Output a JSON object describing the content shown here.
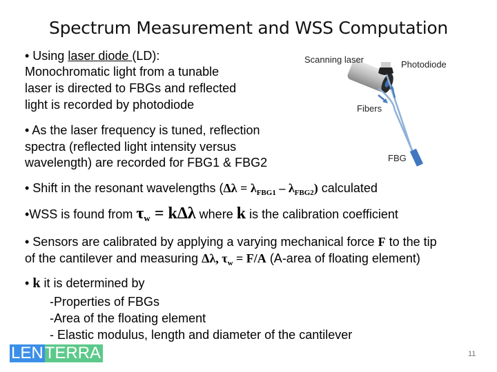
{
  "slide": {
    "title": "Spectrum Measurement and WSS Computation",
    "page_number": "11"
  },
  "bullets": {
    "b1_prefix": "• Using ",
    "b1_link": "laser diode ",
    "b1_suffix": "(LD):",
    "b1_line2": "Monochromatic light from a tunable",
    "b1_line3": "laser is directed to FBGs and reflected",
    "b1_line4": "light is recorded by  photodiode",
    "b2_line1": "• As the laser frequency is tuned,  reflection",
    "b2_line2": "spectra (reflected light intensity versus",
    "b2_line3": "wavelength) are recorded for FBG1 & FBG2",
    "b3_text": "• Shift in the resonant wavelengths (",
    "b3_formula": "Δλ = λ",
    "b3_sub1": "FBG1",
    "b3_minus": " – λ",
    "b3_sub2": "FBG2",
    "b3_close": ")",
    "b3_tail": "  calculated",
    "b4_text": "•WSS is found from  ",
    "b4_formula_tau": "τ",
    "b4_formula_sub": "w",
    "b4_formula_rest": " = kΔλ",
    "b4_where": "  where ",
    "b4_k": "k",
    "b4_tail": " is the calibration coefficient",
    "b5_line1_a": "• Sensors are calibrated by applying a varying mechanical force ",
    "b5_F": "F",
    "b5_line1_b": " to the tip",
    "b5_line2_a": "of the cantilever and measuring ",
    "b5_formula": "Δλ, τ",
    "b5_sub": "w",
    "b5_eq": " = F/A",
    "b5_line2_b": " (A-area of floating element)",
    "b6_prefix": "• ",
    "b6_k": "k",
    "b6_rest": " it is determined by",
    "b6_items": [
      "-Properties of FBGs",
      "-Area of the floating element",
      "- Elastic modulus, length and diameter of the cantilever"
    ]
  },
  "diagram": {
    "label_laser": "Scanning laser",
    "label_photodiode": "Photodiode",
    "label_fibers": "Fibers",
    "label_fbg": "FBG"
  },
  "logo": {
    "part1": "LEN",
    "part2": "TERRA",
    "color1": "#3b8fe8",
    "color2": "#5cc98a"
  }
}
